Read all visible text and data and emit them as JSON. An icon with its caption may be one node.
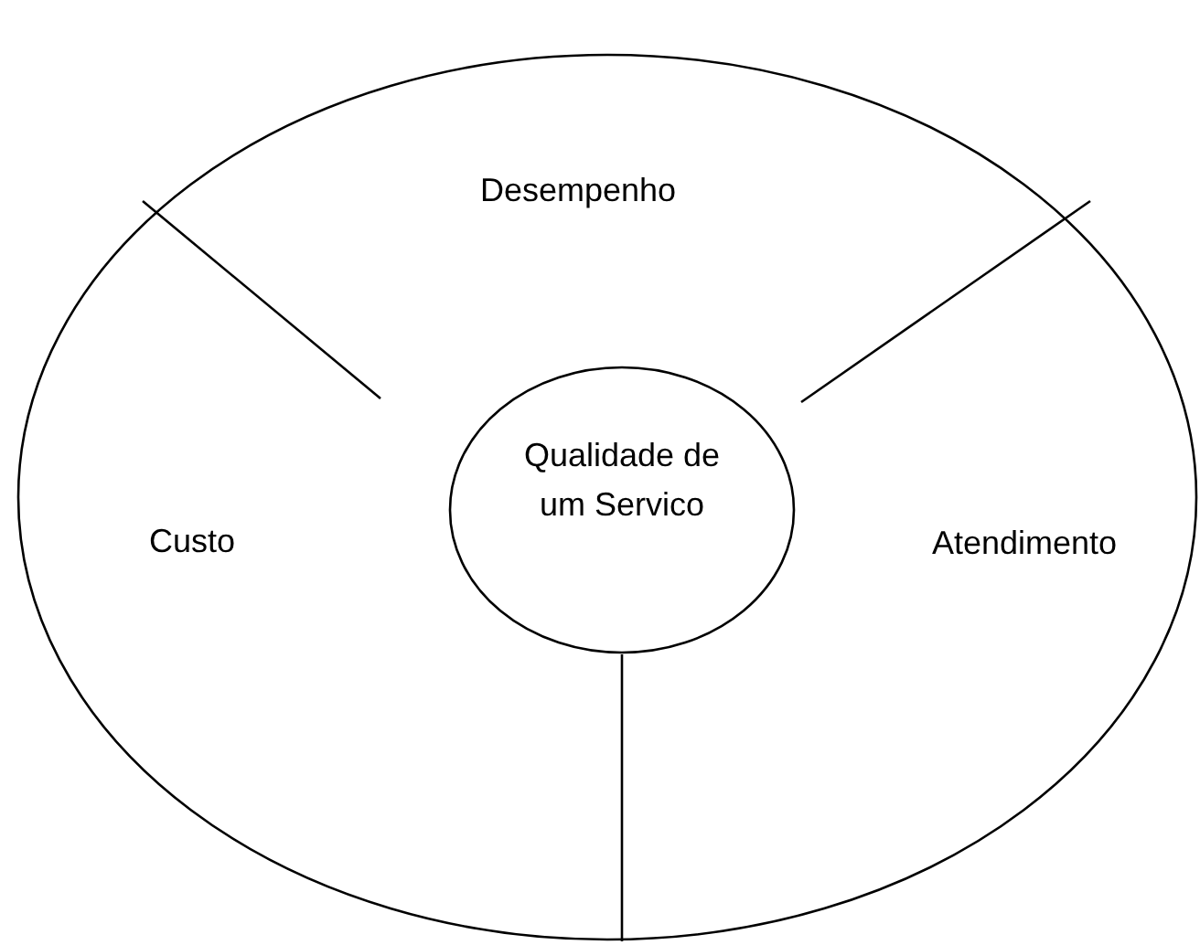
{
  "diagram": {
    "nodes": [
      {
        "text": [
          "Desempenho",
          "Custo",
          "Atendimento"
        ]
      },
      {
        "text": [
          "Qualidade de um Servico"
        ],
        "in": 0
      }
    ]
  }
}
